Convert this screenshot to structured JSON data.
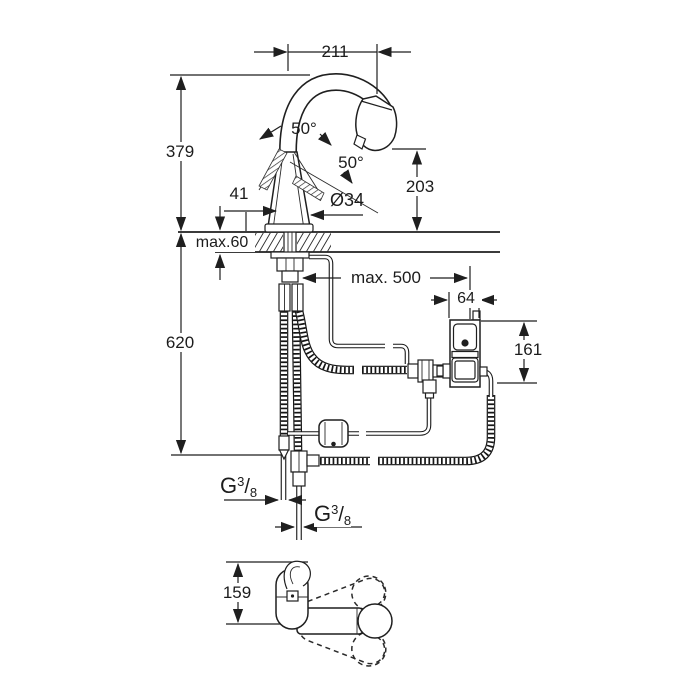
{
  "drawing": {
    "title_hint": "faucet-installation-dimension-drawing",
    "line_color": "#1f1f1f",
    "background": "#ffffff",
    "dimensions": {
      "spout_reach": "211",
      "height_above_deck": "379",
      "outlet_height": "203",
      "handle_clearance": "41",
      "spout_diameter": "Ø34",
      "deck_thickness": "max.60",
      "hose_length_to_box": "max. 500",
      "below_deck_height": "620",
      "box_width": "64",
      "box_height": "161",
      "handle_swing_angle": "50°",
      "spray_swing_angle": "50°",
      "top_view_height": "159",
      "thread_1": {
        "base": "G",
        "numerator": "3",
        "slash": "/",
        "denominator": "8"
      },
      "thread_2": {
        "base": "G",
        "numerator": "3",
        "slash": "/",
        "denominator": "8"
      }
    }
  }
}
